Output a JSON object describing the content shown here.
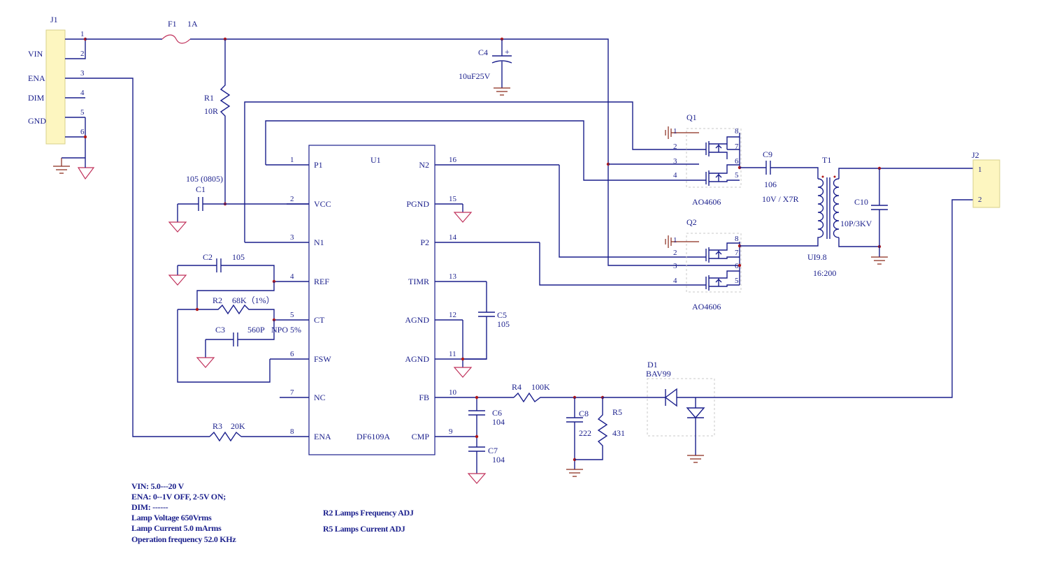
{
  "connectors": {
    "j1": {
      "ref": "J1",
      "pins": [
        "1",
        "2",
        "3",
        "4",
        "5",
        "6"
      ],
      "signals": [
        "VIN",
        "ENA",
        "DIM",
        "GND"
      ]
    },
    "j2": {
      "ref": "J2",
      "pins": [
        "1",
        "2"
      ]
    }
  },
  "fuse": {
    "ref": "F1",
    "value": "1A"
  },
  "capacitors": {
    "c1": {
      "ref": "C1",
      "value": "105 (0805)"
    },
    "c2": {
      "ref": "C2",
      "value": "105"
    },
    "c3": {
      "ref": "C3",
      "value": "560P",
      "extra": "NPO 5%"
    },
    "c4": {
      "ref": "C4",
      "value": "10uF25V",
      "polarity": "+"
    },
    "c5": {
      "ref": "C5",
      "value": "105"
    },
    "c6": {
      "ref": "C6",
      "value": "104"
    },
    "c7": {
      "ref": "C7",
      "value": "104"
    },
    "c8": {
      "ref": "C8",
      "value": "222"
    },
    "c9": {
      "ref": "C9",
      "value": "106",
      "extra": "10V / X7R"
    },
    "c10": {
      "ref": "C10",
      "value": "10P/3KV"
    }
  },
  "resistors": {
    "r1": {
      "ref": "R1",
      "value": "10R"
    },
    "r2": {
      "ref": "R2",
      "value": "68K（1%）"
    },
    "r3": {
      "ref": "R3",
      "value": "20K"
    },
    "r4": {
      "ref": "R4",
      "value": "100K"
    },
    "r5": {
      "ref": "R5",
      "value": "431"
    }
  },
  "ic": {
    "ref": "U1",
    "part": "DF6109A",
    "left_pins": [
      {
        "num": "1",
        "name": "P1"
      },
      {
        "num": "2",
        "name": "VCC"
      },
      {
        "num": "3",
        "name": "N1"
      },
      {
        "num": "4",
        "name": "REF"
      },
      {
        "num": "5",
        "name": "CT"
      },
      {
        "num": "6",
        "name": "FSW"
      },
      {
        "num": "7",
        "name": "NC"
      },
      {
        "num": "8",
        "name": "ENA"
      }
    ],
    "right_pins": [
      {
        "num": "16",
        "name": "N2"
      },
      {
        "num": "15",
        "name": "PGND"
      },
      {
        "num": "14",
        "name": "P2"
      },
      {
        "num": "13",
        "name": "TIMR"
      },
      {
        "num": "12",
        "name": "AGND"
      },
      {
        "num": "11",
        "name": "AGND"
      },
      {
        "num": "10",
        "name": "FB"
      },
      {
        "num": "9",
        "name": "CMP"
      }
    ]
  },
  "mosfets": {
    "q1": {
      "ref": "Q1",
      "part": "AO4606",
      "pins": [
        "1",
        "2",
        "3",
        "4",
        "8",
        "7",
        "6",
        "5"
      ]
    },
    "q2": {
      "ref": "Q2",
      "part": "AO4606",
      "pins": [
        "1",
        "2",
        "3",
        "4",
        "8",
        "7",
        "6",
        "5"
      ]
    }
  },
  "transformer": {
    "ref": "T1",
    "part": "UI9.8",
    "ratio": "16:200"
  },
  "diode": {
    "ref": "D1",
    "part": "BAV99"
  },
  "notes_left": [
    "VIN: 5.0---20 V",
    "ENA:  0--1V OFF, 2-5V ON;",
    "DIM:  ------",
    "Lamp Voltage  650Vrms",
    "Lamp Current   5.0 mArms",
    "Operation frequency 52.0 KHz"
  ],
  "notes_right": [
    "R2 Lamps  Frequency ADJ",
    "R5  Lamps  Current ADJ"
  ]
}
